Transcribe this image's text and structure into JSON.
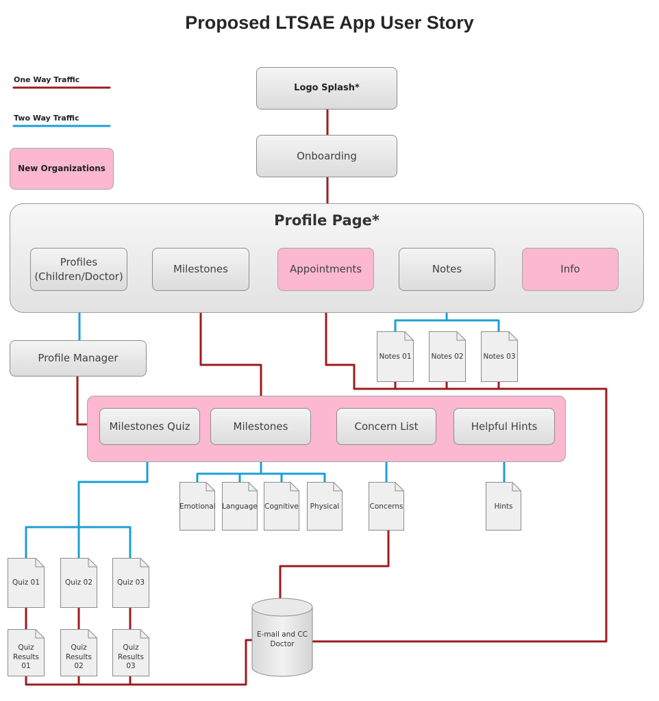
{
  "title": "Proposed LTSAE App User Story",
  "colors": {
    "one_way": "#9b1b1f",
    "two_way": "#1c9ed4",
    "new_org": "#fbb8d0"
  },
  "legend": {
    "one_way_label": "One Way Traffic",
    "two_way_label": "Two Way Traffic",
    "new_org_label": "New Organizations"
  },
  "top": {
    "logo_splash": "Logo Splash*",
    "onboarding": "Onboarding"
  },
  "profile_page": {
    "title": "Profile Page*",
    "profiles": "Profiles\n(Children/Doctor)",
    "milestones": "Milestones",
    "appointments": "Appointments",
    "notes": "Notes",
    "info": "Info"
  },
  "profile_manager": "Profile Manager",
  "org_group": {
    "milestones_quiz": "Milestones Quiz",
    "milestones": "Milestones",
    "concern_list": "Concern List",
    "helpful_hints": "Helpful Hints"
  },
  "notes_docs": [
    "Notes 01",
    "Notes 02",
    "Notes 03"
  ],
  "milestone_docs": [
    "Emotional",
    "Language",
    "Cognitive",
    "Physical"
  ],
  "concerns_doc": "Concerns",
  "hints_doc": "Hints",
  "quiz_docs": [
    "Quiz 01",
    "Quiz 02",
    "Quiz 03"
  ],
  "quiz_result_docs": [
    "Quiz\nResults 01",
    "Quiz\nResults 02",
    "Quiz\nResults 03"
  ],
  "database": "E-mail and CC\nDoctor"
}
